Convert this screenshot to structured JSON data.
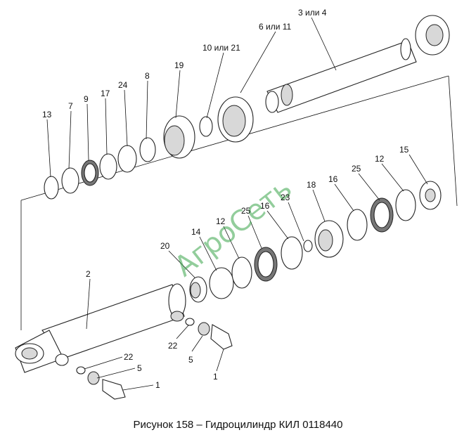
{
  "caption": "Рисунок 158 – Гидроцилиндр КИЛ 0118440",
  "watermark": "АгроСеть",
  "labels": {
    "l34": "3 или 4",
    "l611": "6 или 11",
    "l1021": "10 или 21",
    "l19": "19",
    "l8": "8",
    "l24": "24",
    "l17": "17",
    "l9": "9",
    "l7": "7",
    "l13": "13",
    "l15": "15",
    "l12a": "12",
    "l25a": "25",
    "l16a": "16",
    "l18": "18",
    "l23": "23",
    "l16b": "16",
    "l25b": "25",
    "l12b": "12",
    "l14": "14",
    "l20": "20",
    "l2": "2",
    "l22a": "22",
    "l5a": "5",
    "l1a": "1",
    "l22b": "22",
    "l5b": "5",
    "l1b": "1"
  },
  "colors": {
    "watermark": "#3aa64b",
    "line": "#222222"
  }
}
